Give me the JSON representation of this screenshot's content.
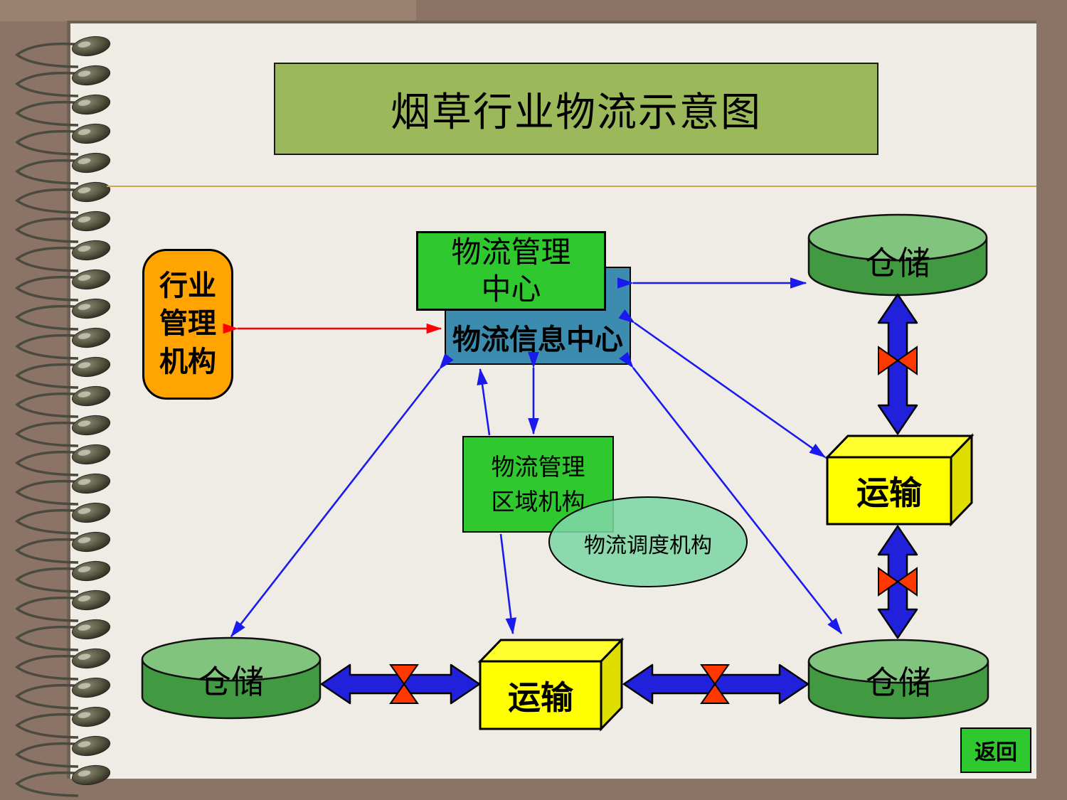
{
  "slide": {
    "title": "烟草行业物流示意图",
    "back_button_label": "返回"
  },
  "nodes": {
    "industry_admin": {
      "label": "行业\n管理\n机构"
    },
    "mgmt_center": {
      "label": "物流管理\n中心"
    },
    "info_center": {
      "label": "物流信息中心"
    },
    "regional_org": {
      "label": "物流管理\n区域机构"
    },
    "dispatch_org": {
      "label": "物流调度机构"
    },
    "warehouse_top_right": {
      "label": "仓储"
    },
    "warehouse_bottom_left": {
      "label": "仓储"
    },
    "warehouse_bottom_right": {
      "label": "仓储"
    },
    "transport_right": {
      "label": "运输"
    },
    "transport_middle": {
      "label": "运输"
    }
  },
  "colors": {
    "background": "#8B7365",
    "paper": "#EFEBE5",
    "title_box": "#9BB95A",
    "divider": "#C9A850",
    "industry_admin": "#FFA400",
    "bright_green": "#2FC82F",
    "info_blue": "#3B8CAE",
    "dispatch_green": "#7ED6A5",
    "cylinder_body": "#419A41",
    "cylinder_top": "#80C47E",
    "transport_yellow": "#FFFF00",
    "arrow_blue": "#2121DC",
    "valve_red": "#FF3800",
    "link_red": "#FF0000"
  }
}
